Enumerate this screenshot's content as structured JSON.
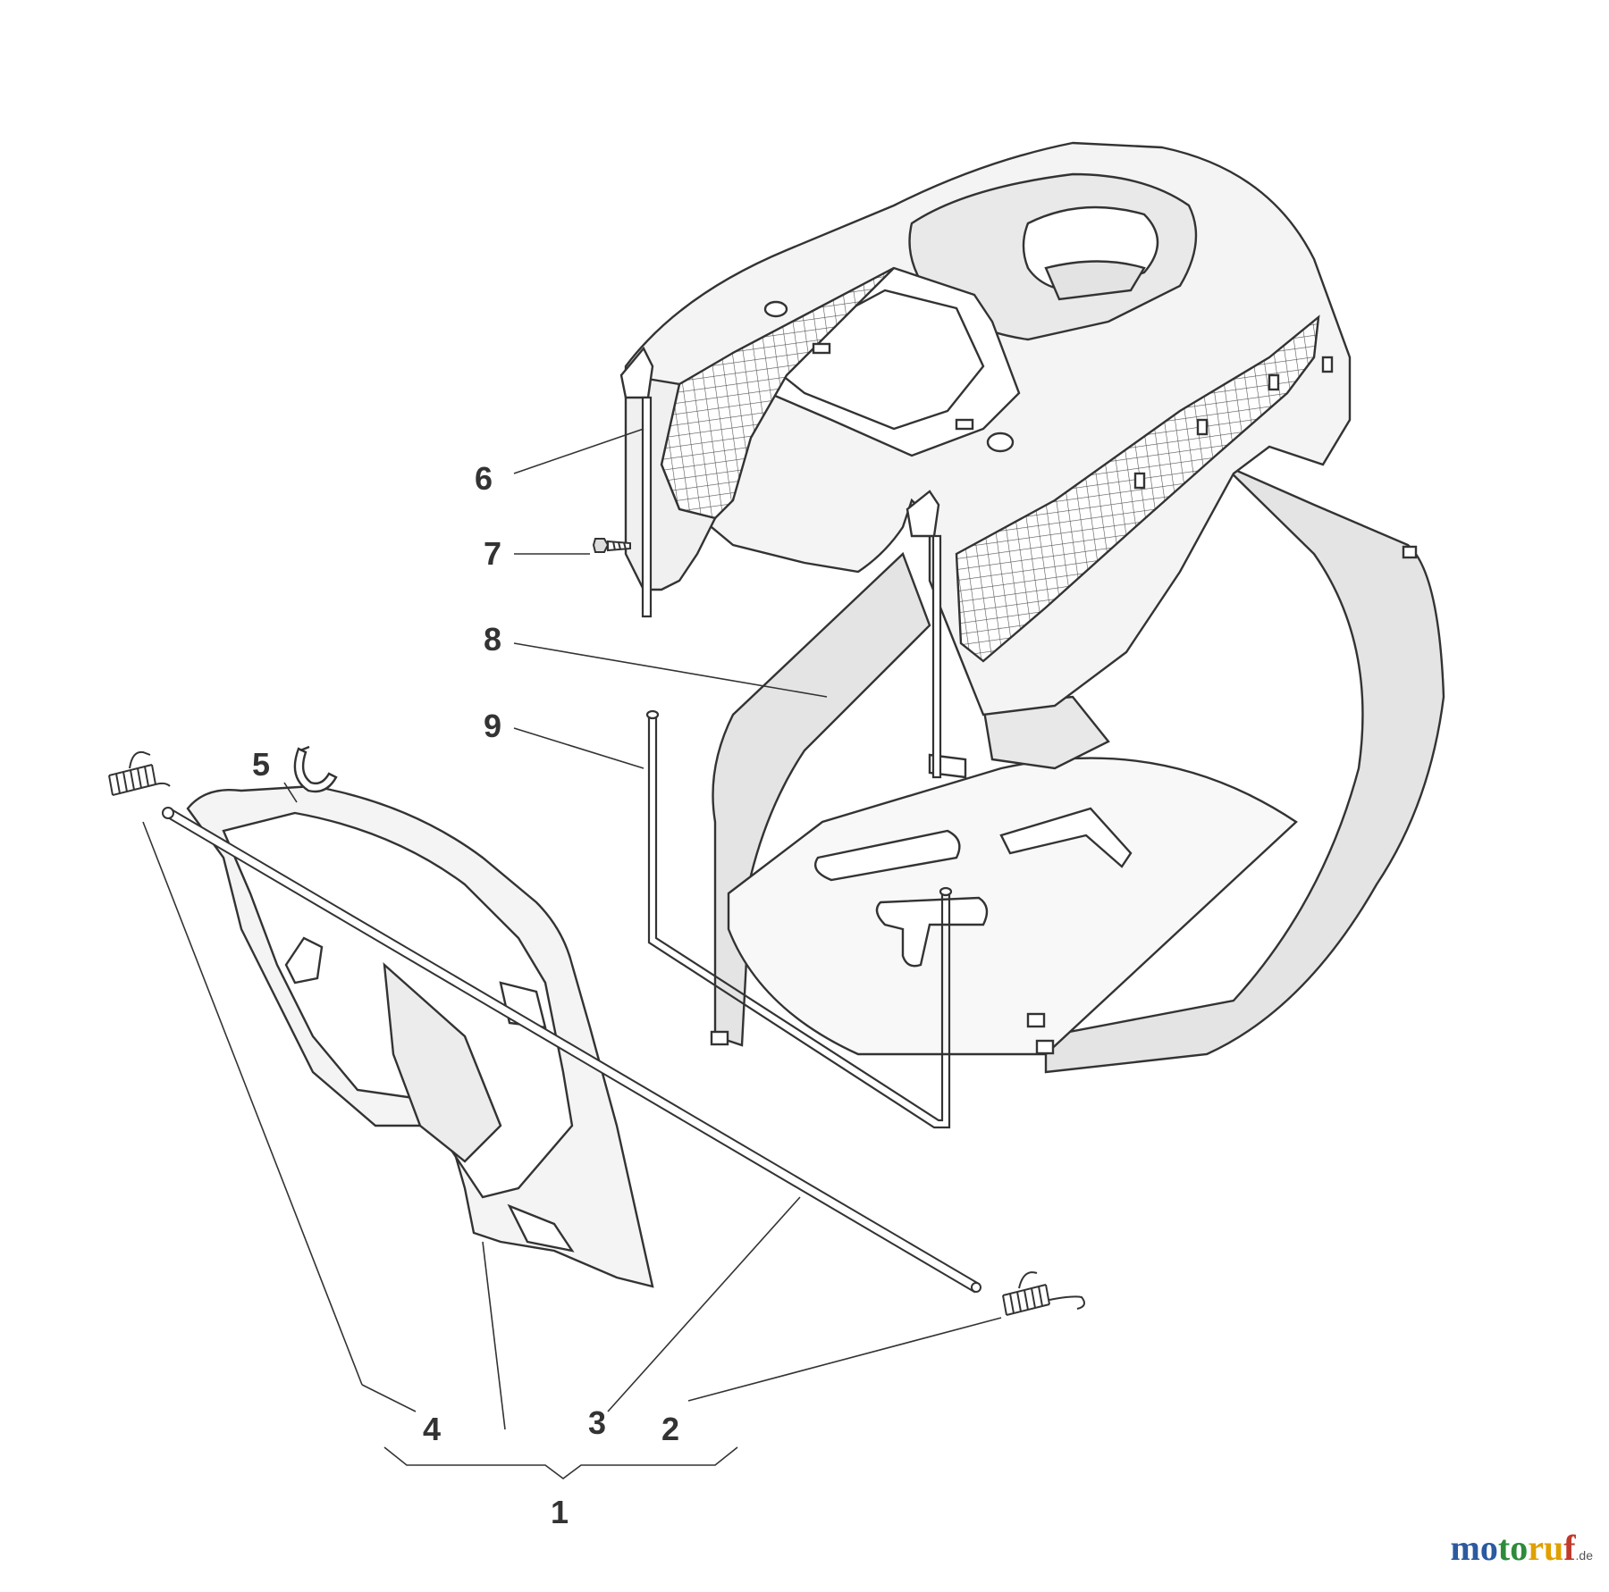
{
  "diagram": {
    "callouts": [
      {
        "id": "1",
        "label": "1"
      },
      {
        "id": "2",
        "label": "2"
      },
      {
        "id": "3",
        "label": "3"
      },
      {
        "id": "4",
        "label": "4"
      },
      {
        "id": "5",
        "label": "5"
      },
      {
        "id": "6",
        "label": "6"
      },
      {
        "id": "7",
        "label": "7"
      },
      {
        "id": "8",
        "label": "8"
      },
      {
        "id": "9",
        "label": "9"
      }
    ],
    "colors": {
      "line": "#333333",
      "fill_light": "#f4f4f4",
      "fill_shaded": "#e4e4e4",
      "mesh": "#555555"
    }
  },
  "watermark": {
    "brand_parts": [
      "mo",
      "to",
      "ru",
      "f"
    ],
    "tld": ".de"
  }
}
